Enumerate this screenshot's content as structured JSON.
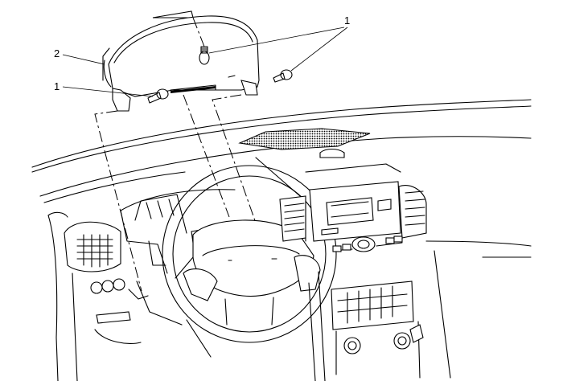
{
  "callouts": [
    {
      "id": "fastener",
      "label": "1"
    },
    {
      "id": "cluster",
      "label": "2"
    },
    {
      "id": "fastener-left",
      "label": "1"
    }
  ]
}
